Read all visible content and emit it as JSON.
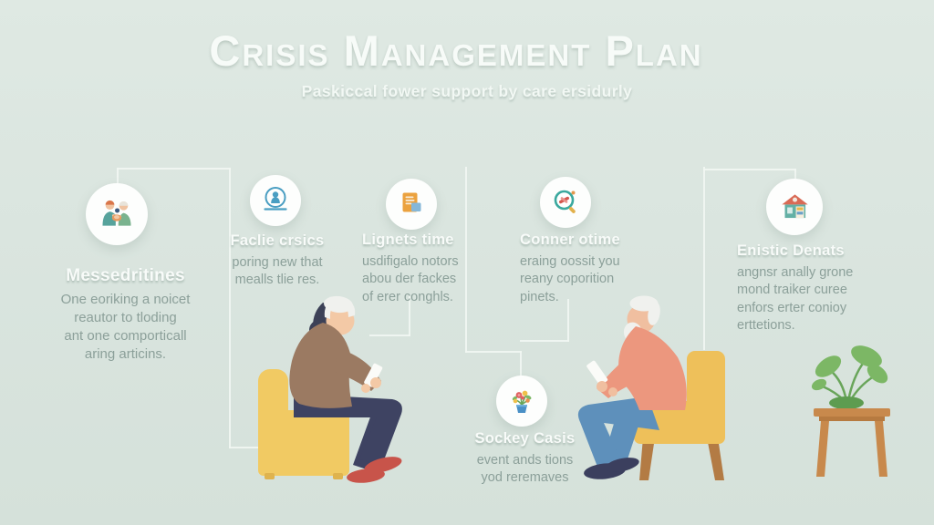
{
  "header": {
    "title": "Crisis Management Plan",
    "subtitle": "Paskiccal fower support by care ersidurly"
  },
  "sections": [
    {
      "heading": "Messedritines",
      "icon": "caregivers-icon",
      "lines": [
        "One eoriking a noicet",
        "reautor to tloding",
        "ant one comporticall",
        "aring articins."
      ]
    },
    {
      "heading": "Faclie crsics",
      "icon": "person-silhouette-icon",
      "lines": [
        "poring new that",
        "mealls tlie res."
      ]
    },
    {
      "heading": "Lignets time",
      "icon": "document-icon",
      "lines": [
        "usdifigalo notors",
        "abou der fackes",
        "of erer conghls."
      ]
    },
    {
      "heading": "Conner otime",
      "icon": "magnifier-icon",
      "lines": [
        "eraing oossit you",
        "reany coporition",
        "pinets."
      ]
    },
    {
      "heading": "Enistic Denats",
      "icon": "house-icon",
      "lines": [
        "angnsr anally grone",
        "mond traiker curee",
        "enfors erter conioy",
        "erttetions."
      ]
    },
    {
      "heading": "Sockey Casis",
      "icon": "flower-vase-icon",
      "lines": [
        "event ands tions",
        "yod reremaves"
      ]
    }
  ],
  "illustrations": [
    "elderly-woman-sitting-on-sofa",
    "elderly-man-sitting-on-chair",
    "potted-plant-on-side-table"
  ],
  "colors": {
    "background": "#d9e4de",
    "connector_line": "#f1f6f2",
    "heading_text": "#f8fbf9",
    "body_text": "#8ca09a",
    "sofa_yellow": "#f1ca63",
    "chair_yellow": "#eec05a",
    "sweater_brown": "#9b7a62",
    "pants_navy": "#3e4362",
    "shoes_red": "#c8544a",
    "shirt_salmon": "#ec977e",
    "jeans_blue": "#5e90bb",
    "wood_brown": "#c8894c",
    "plant_green": "#7cb765",
    "icon_blue": "#4a9ec2",
    "icon_teal": "#3aa89e",
    "icon_orange": "#eba23f",
    "icon_red": "#d4574e"
  }
}
